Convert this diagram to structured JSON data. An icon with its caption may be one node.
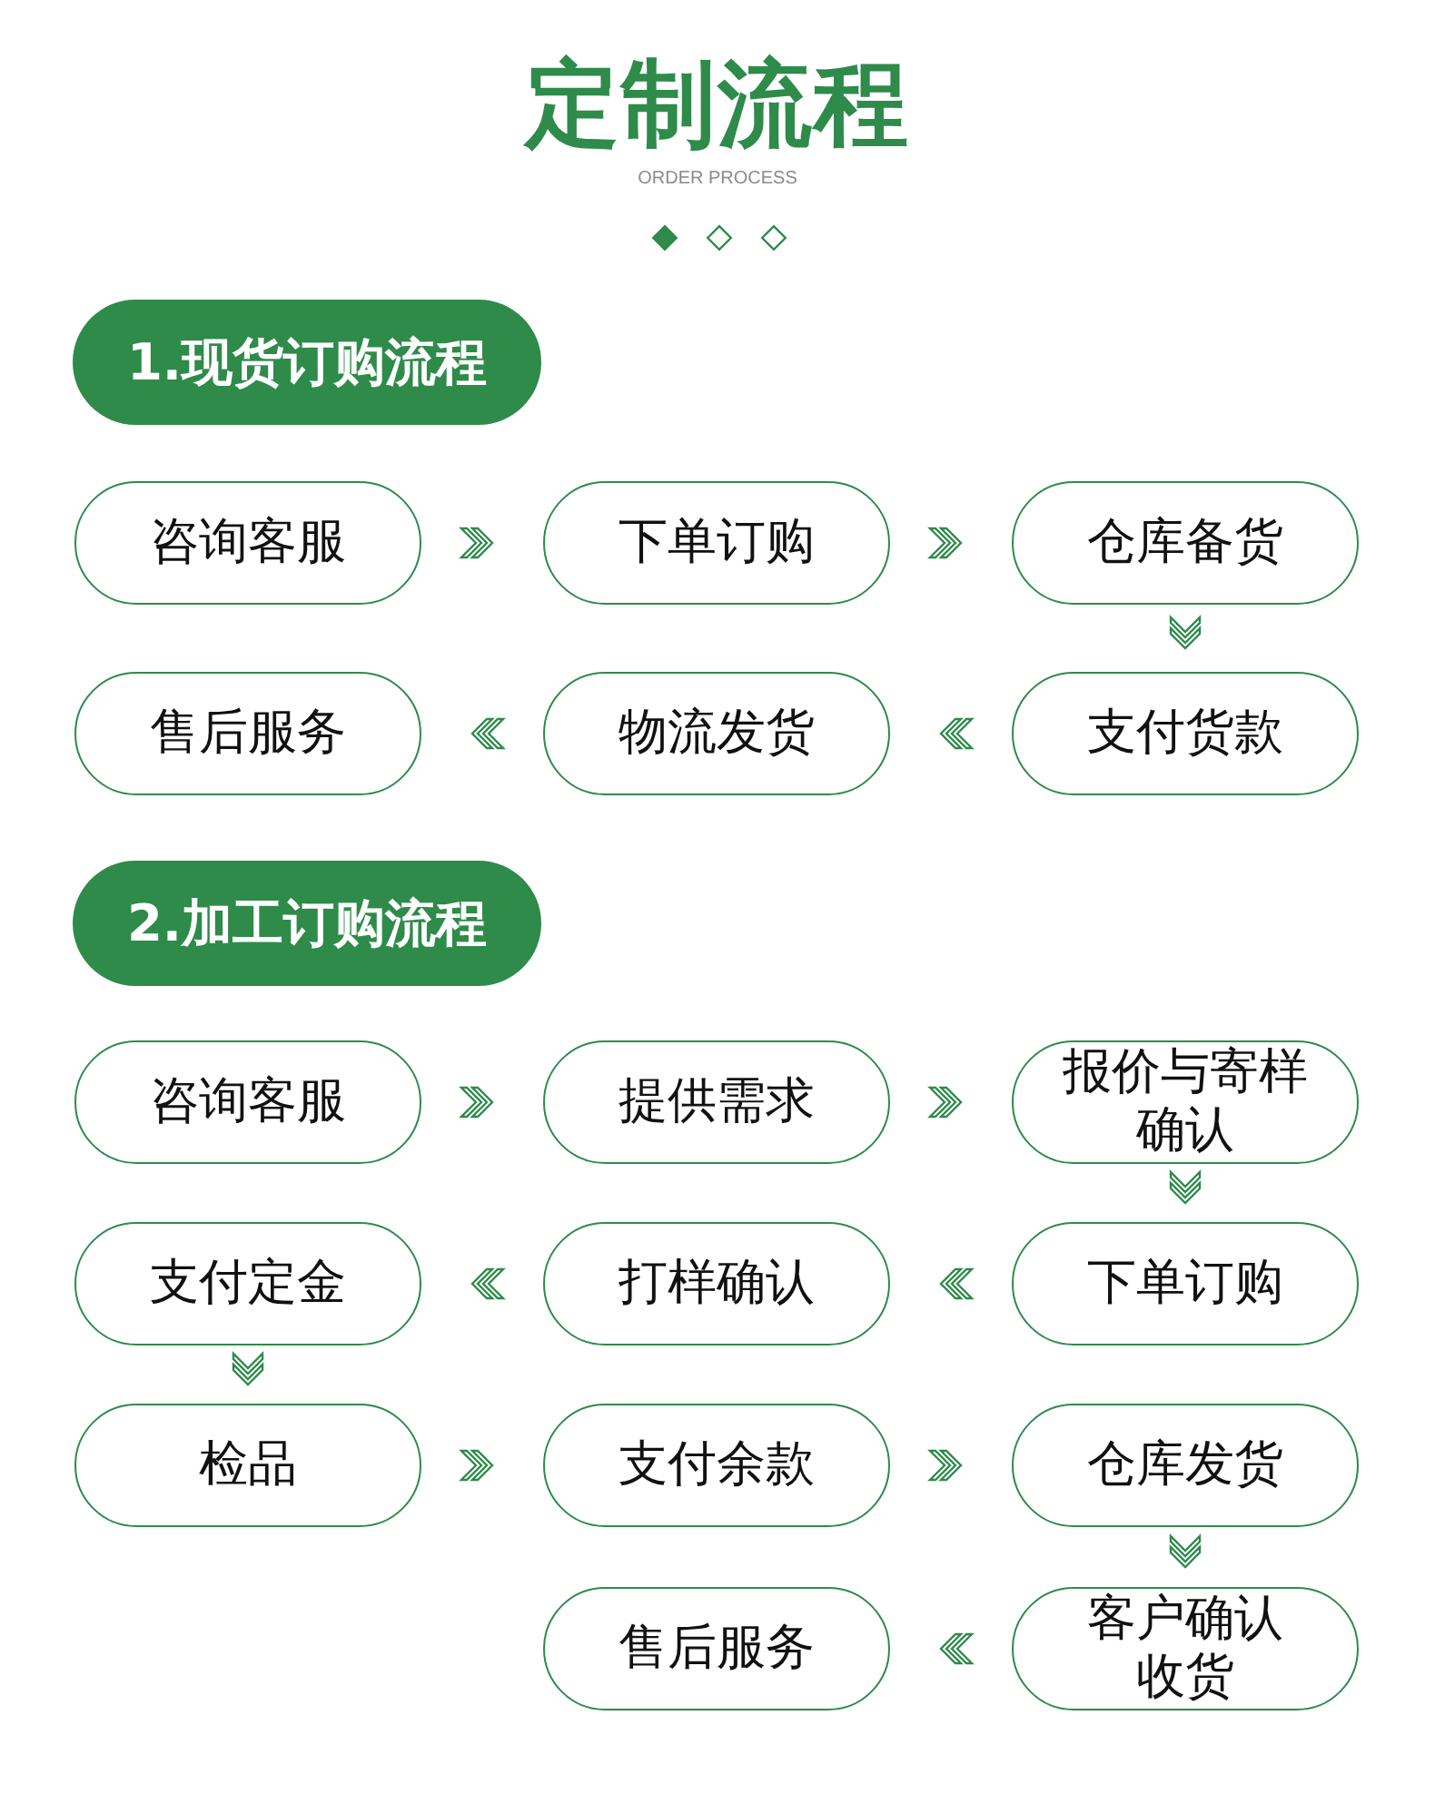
{
  "diagram": {
    "title": "定制流程",
    "nodes": [
      {
        "text": [
          "1.现货订购流程"
        ]
      },
      {
        "text": [
          "咨询客服"
        ]
      },
      {
        "text": [
          "下单订购"
        ]
      },
      {
        "text": [
          "仓库备货"
        ]
      },
      {
        "text": [
          "售后服务"
        ]
      },
      {
        "text": [
          "物流发货"
        ]
      },
      {
        "text": [
          "支付货款"
        ]
      },
      {
        "text": [
          "2.加工订购流程"
        ]
      },
      {
        "text": [
          "咨询客服"
        ]
      },
      {
        "text": [
          "提供需求"
        ]
      },
      {
        "text": [
          "报价与寄样确认"
        ]
      },
      {
        "text": [
          "支付定金"
        ]
      },
      {
        "text": [
          "打样确认"
        ]
      },
      {
        "text": [
          "下单订购"
        ]
      },
      {
        "text": [
          "检品"
        ]
      },
      {
        "text": [
          "支付余款"
        ]
      },
      {
        "text": [
          "仓库发货"
        ]
      },
      {
        "text": [
          "售后服务"
        ]
      },
      {
        "text": [
          "客户确认收货"
        ]
      }
    ],
    "edges": [
      {
        "from": 1,
        "to": 2,
        "arrow": "to"
      },
      {
        "from": 2,
        "to": 3,
        "arrow": "to"
      },
      {
        "from": 3,
        "to": 6,
        "arrow": "to"
      },
      {
        "from": 6,
        "to": 5,
        "arrow": "to"
      },
      {
        "from": 5,
        "to": 4,
        "arrow": "to"
      },
      {
        "from": 8,
        "to": 9,
        "arrow": "to"
      },
      {
        "from": 9,
        "to": 10,
        "arrow": "to"
      },
      {
        "from": 10,
        "to": 13,
        "arrow": "to"
      },
      {
        "from": 13,
        "to": 12,
        "arrow": "to"
      },
      {
        "from": 12,
        "to": 11,
        "arrow": "to"
      },
      {
        "from": 11,
        "to": 14,
        "arrow": "to"
      },
      {
        "from": 14,
        "to": 15,
        "arrow": "to"
      },
      {
        "from": 15,
        "to": 16,
        "arrow": "to"
      },
      {
        "from": 16,
        "to": 18,
        "arrow": "to"
      },
      {
        "from": 18,
        "to": 17,
        "arrow": "to"
      }
    ],
    "labels": [
      "ORDER PROCESS"
    ]
  }
}
